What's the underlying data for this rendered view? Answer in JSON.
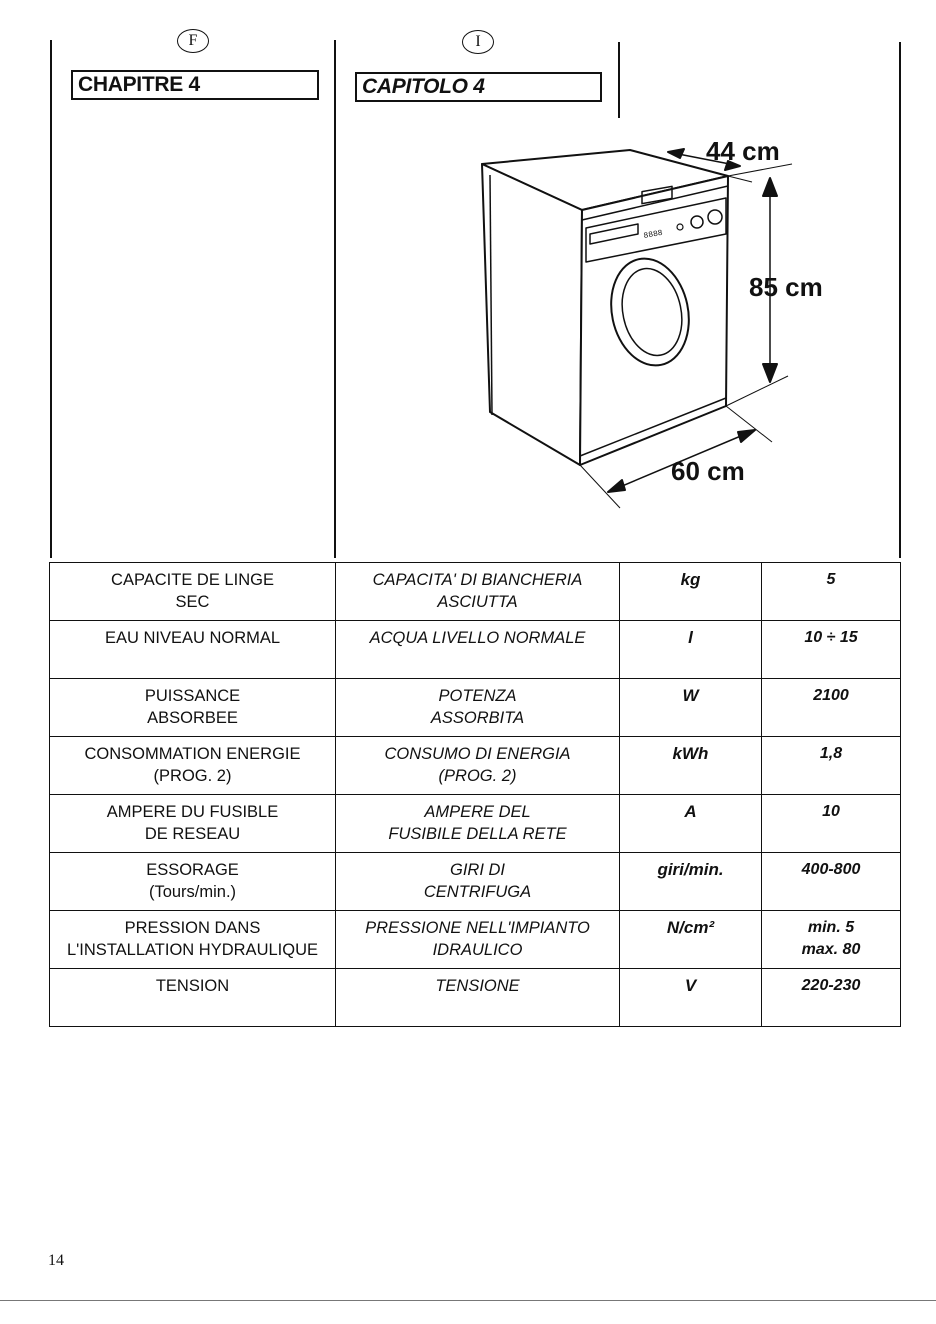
{
  "header": {
    "french": {
      "badge": "F",
      "chapter": "CHAPITRE 4"
    },
    "italian": {
      "badge": "I",
      "chapter": "CAPITOLO 4"
    }
  },
  "diagram": {
    "depth_label": "44 cm",
    "height_label": "85 cm",
    "width_label": "60 cm",
    "display_digits": "8888"
  },
  "specs": {
    "rows": [
      {
        "fr": [
          "CAPACITE DE LINGE",
          "SEC"
        ],
        "it": [
          "CAPACITA' DI BIANCHERIA",
          "ASCIUTTA"
        ],
        "unit": "kg",
        "value": [
          "5"
        ]
      },
      {
        "fr": [
          "EAU NIVEAU NORMAL"
        ],
        "it": [
          "ACQUA LIVELLO NORMALE"
        ],
        "unit": "l",
        "value": [
          "10 ÷ 15"
        ]
      },
      {
        "fr": [
          "PUISSANCE",
          "ABSORBEE"
        ],
        "it": [
          "POTENZA",
          "ASSORBITA"
        ],
        "unit": "W",
        "value": [
          "2100"
        ]
      },
      {
        "fr": [
          "CONSOMMATION ENERGIE",
          "(PROG. 2)"
        ],
        "it": [
          "CONSUMO DI ENERGIA",
          "(PROG. 2)"
        ],
        "unit": "kWh",
        "value": [
          "1,8"
        ]
      },
      {
        "fr": [
          "AMPERE DU FUSIBLE",
          "DE RESEAU"
        ],
        "it": [
          "AMPERE DEL",
          "FUSIBILE DELLA RETE"
        ],
        "unit": "A",
        "value": [
          "10"
        ]
      },
      {
        "fr": [
          "ESSORAGE",
          "(Tours/min.)"
        ],
        "it": [
          "GIRI DI",
          "CENTRIFUGA"
        ],
        "unit": "giri/min.",
        "value": [
          "400-800"
        ]
      },
      {
        "fr": [
          "PRESSION DANS",
          "L'INSTALLATION HYDRAULIQUE"
        ],
        "it": [
          "PRESSIONE NELL'IMPIANTO",
          "IDRAULICO"
        ],
        "unit": "N/cm²",
        "value": [
          "min. 5",
          "max. 80"
        ]
      },
      {
        "fr": [
          "TENSION"
        ],
        "it": [
          "TENSIONE"
        ],
        "unit": "V",
        "value": [
          "220-230"
        ]
      }
    ]
  },
  "footer": {
    "page_number": "14"
  }
}
